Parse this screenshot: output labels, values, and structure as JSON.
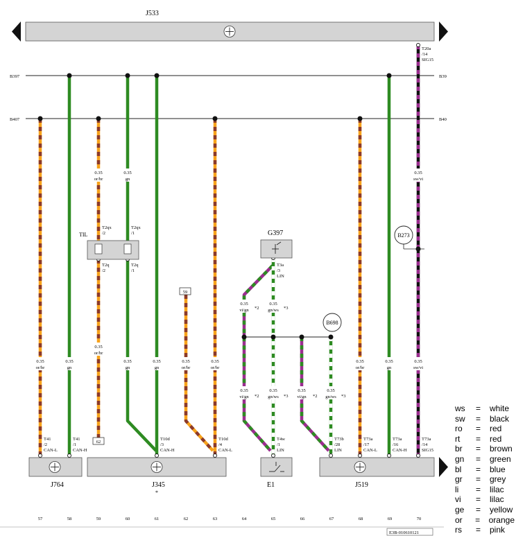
{
  "components": {
    "top_unit": "J533",
    "bottom_left": "J764",
    "bottom_mid": "J345",
    "bottom_mid_note": "*",
    "bottom_e1": "E1",
    "bottom_right": "J519",
    "sensor": "G397",
    "relay_label": "TIL"
  },
  "buses": {
    "upper_left": "B397",
    "upper_right": "B39",
    "lower_left": "B407",
    "lower_right": "B40"
  },
  "circles": {
    "b273": "B273",
    "b698": "B698"
  },
  "wires": {
    "upper_label": [
      "0.35\nor/br",
      "0.35\ngn",
      "0.35\nsw/vi"
    ],
    "w57": "0.35\nor/br",
    "w58": "0.35\ngn",
    "w59a": "0.35\nor/br",
    "w59b": "0.35\nor/br",
    "w60a": "0.35\ngn",
    "w60b": "0.35\ngn",
    "w61": "0.35\ngn",
    "w62": "0.35\nor/br",
    "w63": "0.35\nor/br",
    "w64a": "0.35\nvi/gn",
    "w64b": "0.35\nvi/gn",
    "w65a": "0.35\ngn/ws",
    "w65b": "0.35\ngn/ws",
    "w66": "0.35\nvi/gn",
    "w67": "0.35\ngn/ws",
    "w68": "0.35\nor/br",
    "w69": "0.35\ngn",
    "w70a": "0.35\nsw/vi",
    "w70b": "0.35\nsw/vi"
  },
  "notes": {
    "n2": "*2",
    "n3": "*3"
  },
  "connectors": {
    "t2qx2": "T2qx\n/2",
    "t2qx1": "T2qx\n/1",
    "t2q2": "T2q\n/2",
    "t2q1": "T2q\n/1",
    "t3a": "T3a\n/3\nLIN",
    "t20a": "T20a\n/14\nSIG15",
    "t41_2": "T41\n/2\nCAN-L",
    "t41_1": "T41\n/1\nCAN-H",
    "t10d3": "T10d\n/3\nCAN-H",
    "t10d4": "T10d\n/4\nCAN-L",
    "t4w": "T4w\n/1\nLIN",
    "t73b": "T73b\n/28\nLIN",
    "t73a17": "T73a\n/17\nCAN-L",
    "t73a16": "T73a\n/16\nCAN-H",
    "t73a14": "T73a\n/14\nSIG15"
  },
  "boxes": {
    "b59": "59",
    "b62": "62"
  },
  "columns": [
    "57",
    "58",
    "59",
    "60",
    "61",
    "62",
    "63",
    "64",
    "65",
    "66",
    "67",
    "68",
    "69",
    "70"
  ],
  "footer_id": "E3B-010610121",
  "legend": [
    {
      "code": "ws",
      "eq": "=",
      "name": "white"
    },
    {
      "code": "sw",
      "eq": "=",
      "name": "black"
    },
    {
      "code": "ro",
      "eq": "=",
      "name": "red"
    },
    {
      "code": "rt",
      "eq": "=",
      "name": "red"
    },
    {
      "code": "br",
      "eq": "=",
      "name": "brown"
    },
    {
      "code": "gn",
      "eq": "=",
      "name": "green"
    },
    {
      "code": "bl",
      "eq": "=",
      "name": "blue"
    },
    {
      "code": "gr",
      "eq": "=",
      "name": "grey"
    },
    {
      "code": "li",
      "eq": "=",
      "name": "lilac"
    },
    {
      "code": "vi",
      "eq": "=",
      "name": "lilac"
    },
    {
      "code": "ge",
      "eq": "=",
      "name": "yellow"
    },
    {
      "code": "or",
      "eq": "=",
      "name": "orange"
    },
    {
      "code": "rs",
      "eq": "=",
      "name": "pink"
    }
  ],
  "colors": {
    "orange": "#f7a21b",
    "brown": "#8b3a2a",
    "green": "#2e8b22",
    "violet": "#9b2d8f",
    "black": "#111111",
    "white": "#ffffff",
    "box": "#d4d4d4"
  }
}
